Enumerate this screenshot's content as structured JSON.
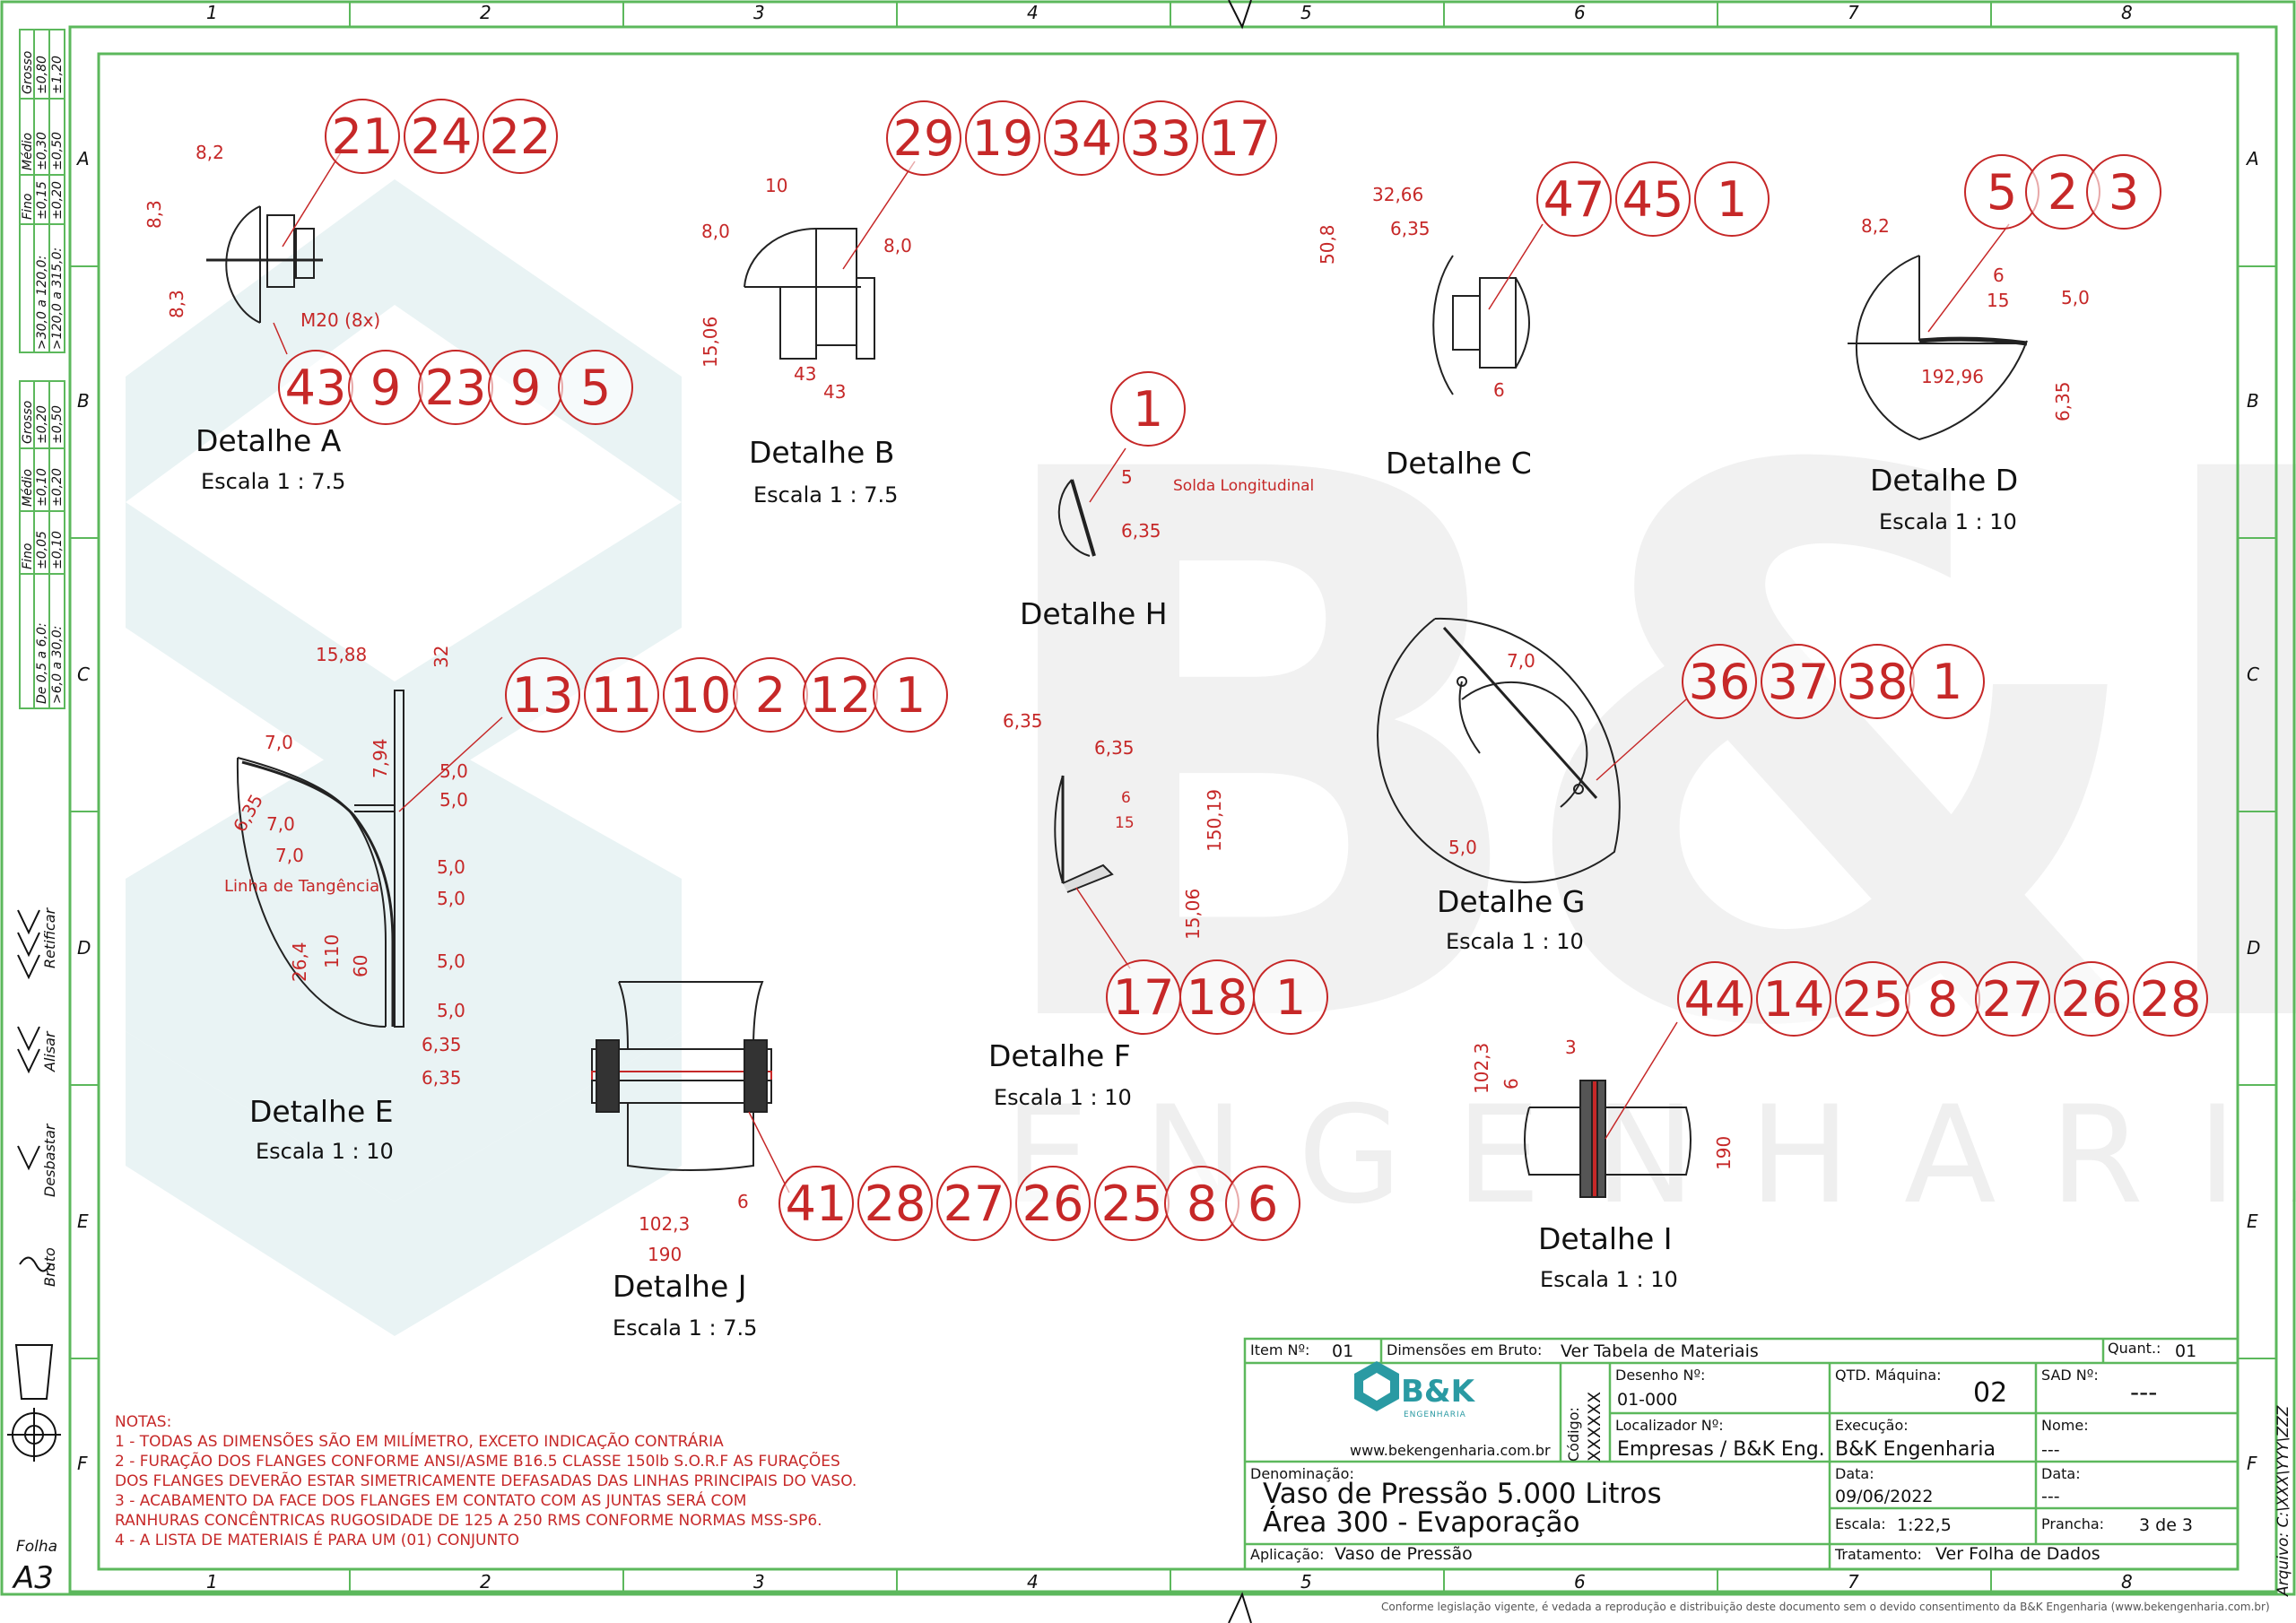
{
  "sheet": {
    "columns": [
      "1",
      "2",
      "3",
      "4",
      "5",
      "6",
      "7",
      "8"
    ],
    "rows": [
      "A",
      "B",
      "C",
      "D",
      "E",
      "F"
    ],
    "watermark_logo": "B&K",
    "watermark_text": "ENGENHARIA",
    "folha_label": "Folha",
    "folha_value": "A3",
    "arquivo": "Arquivo: C:\\XXX\\YYY\\ZZZ",
    "legal_footer": "Conforme legislação vigente, é vedada a reprodução e distribuição deste documento sem o devido consentimento da B&K Engenharia (www.bekengenharia.com.br)",
    "finish_symbols": [
      "Retificar",
      "Alisar",
      "Desbastar",
      "Bruto"
    ],
    "colors": {
      "border": "#5cb85c",
      "annotation": "#c62828",
      "watermark": "#e8f2f3",
      "logo": "#2a9aa3"
    }
  },
  "tolerance_table_1": {
    "headers": [
      "Fino",
      "Médio",
      "Grosso"
    ],
    "ranges": [
      ">30,0 a 120,0:",
      ">120,0 a 315,0:"
    ],
    "values": [
      [
        "±0,15",
        "±0,30",
        "±0,80"
      ],
      [
        "±0,20",
        "±0,50",
        "±1,20"
      ]
    ]
  },
  "tolerance_table_2": {
    "headers": [
      "Fino",
      "Médio",
      "Grosso"
    ],
    "ranges": [
      "De 0,5 a 6,0:",
      ">6,0 a 30,0:"
    ],
    "values": [
      [
        "±0,05",
        "±0,10",
        "±0,20"
      ],
      [
        "±0,10",
        "±0,20",
        "±0,50"
      ]
    ]
  },
  "details": {
    "A": {
      "title": "Detalhe A",
      "scale": "Escala 1 : 7.5",
      "balloons_top": [
        "21",
        "24",
        "22"
      ],
      "balloons_bottom": [
        "43",
        "9",
        "23",
        "9",
        "5"
      ],
      "dims": [
        "8,2",
        "8,3",
        "8,3",
        "M20 (8x)"
      ]
    },
    "B": {
      "title": "Detalhe B",
      "scale": "Escala 1 : 7.5",
      "balloons": [
        "29",
        "19",
        "34",
        "33",
        "17"
      ],
      "dims": [
        "10",
        "8,0",
        "8,0",
        "15,06",
        "43",
        "43"
      ]
    },
    "C": {
      "title": "Detalhe C",
      "balloons": [
        "47",
        "45",
        "1"
      ],
      "dims": [
        "32,66",
        "6,35",
        "50,8",
        "6"
      ]
    },
    "D": {
      "title": "Detalhe D",
      "scale": "Escala 1 : 10",
      "balloons": [
        "5",
        "2",
        "3"
      ],
      "dims": [
        "8,2",
        "6",
        "15",
        "5,0",
        "192,96",
        "6,35"
      ]
    },
    "H": {
      "title": "Detalhe H",
      "balloons": [
        "1"
      ],
      "dims": [
        "5",
        "Solda Longitudinal",
        "6,35"
      ]
    },
    "E": {
      "title": "Detalhe E",
      "scale": "Escala 1 : 10",
      "balloons": [
        "13",
        "11",
        "10",
        "2",
        "12",
        "1"
      ],
      "dims": [
        "15,88",
        "32",
        "7,0",
        "6,35",
        "7,94",
        "5,0",
        "5,0",
        "7,0",
        "7,0",
        "5,0",
        "5,0",
        "Linha de Tangência",
        "110",
        "26,4",
        "60",
        "5,0",
        "5,0",
        "6,35",
        "6,35"
      ]
    },
    "F": {
      "title": "Detalhe F",
      "scale": "Escala 1 : 10",
      "balloons": [
        "17",
        "18",
        "1"
      ],
      "dims": [
        "6,35",
        "6,35",
        "6",
        "15",
        "150,19",
        "15,06"
      ]
    },
    "G": {
      "title": "Detalhe G",
      "scale": "Escala 1 : 10",
      "balloons": [
        "36",
        "37",
        "38",
        "1"
      ],
      "dims": [
        "7,0",
        "5,0"
      ]
    },
    "I": {
      "title": "Detalhe I",
      "scale": "Escala 1 : 10",
      "balloons": [
        "44",
        "14",
        "25",
        "8",
        "27",
        "26",
        "28"
      ],
      "dims": [
        "3",
        "102,3",
        "6",
        "190"
      ]
    },
    "J": {
      "title": "Detalhe J",
      "scale": "Escala 1 : 7.5",
      "balloons": [
        "41",
        "28",
        "27",
        "26",
        "25",
        "8",
        "6"
      ],
      "dims": [
        "102,3",
        "6",
        "190"
      ]
    }
  },
  "notes": {
    "title": "NOTAS:",
    "lines": [
      "1 - TODAS AS DIMENSÕES SÃO EM MILÍMETRO, EXCETO INDICAÇÃO CONTRÁRIA",
      "2 - FURAÇÃO DOS FLANGES CONFORME ANSI/ASME B16.5 CLASSE 150lb S.O.R.F AS FURAÇÕES",
      "DOS FLANGES DEVERÃO ESTAR SIMETRICAMENTE DEFASADAS DAS LINHAS PRINCIPAIS DO VASO.",
      "3 - ACABAMENTO DA FACE DOS FLANGES EM CONTATO COM AS JUNTAS SERÁ COM",
      "RANHURAS CONCÊNTRICAS RUGOSIDADE DE 125 A 250 RMS CONFORME NORMAS MSS-SP6.",
      "4 - A LISTA DE MATERIAIS É PARA UM (01) CONJUNTO"
    ]
  },
  "title_block": {
    "item_label": "Item Nº:",
    "item_value": "01",
    "dim_bruto_label": "Dimensões em Bruto:",
    "dim_bruto_value": "Ver Tabela de Materiais",
    "quant_label": "Quant.:",
    "quant_value": "01",
    "logo_text": "B&K",
    "logo_sub": "ENGENHARIA",
    "website": "www.bekengenharia.com.br",
    "codigo_label": "Código:",
    "codigo_value": "XXXXXX",
    "desenho_label": "Desenho Nº:",
    "desenho_value": "01-000",
    "localizador_label": "Localizador Nº:",
    "localizador_value": "Empresas / B&K Eng.",
    "qtd_label": "QTD. Máquina:",
    "qtd_value": "02",
    "sad_label": "SAD Nº:",
    "sad_value": "---",
    "execucao_label": "Execução:",
    "execucao_value": "B&K Engenharia",
    "nome_label": "Nome:",
    "nome_value": "---",
    "denominacao_label": "Denominação:",
    "denominacao_line1": "Vaso de Pressão 5.000 Litros",
    "denominacao_line2": "Área 300 - Evaporação",
    "data1_label": "Data:",
    "data1_value": "09/06/2022",
    "data2_label": "Data:",
    "data2_value": "---",
    "escala_label": "Escala:",
    "escala_value": "1:22,5",
    "prancha_label": "Prancha:",
    "prancha_value": "3 de 3",
    "aplicacao_label": "Aplicação:",
    "aplicacao_value": "Vaso de Pressão",
    "tratamento_label": "Tratamento:",
    "tratamento_value": "Ver Folha de Dados"
  }
}
